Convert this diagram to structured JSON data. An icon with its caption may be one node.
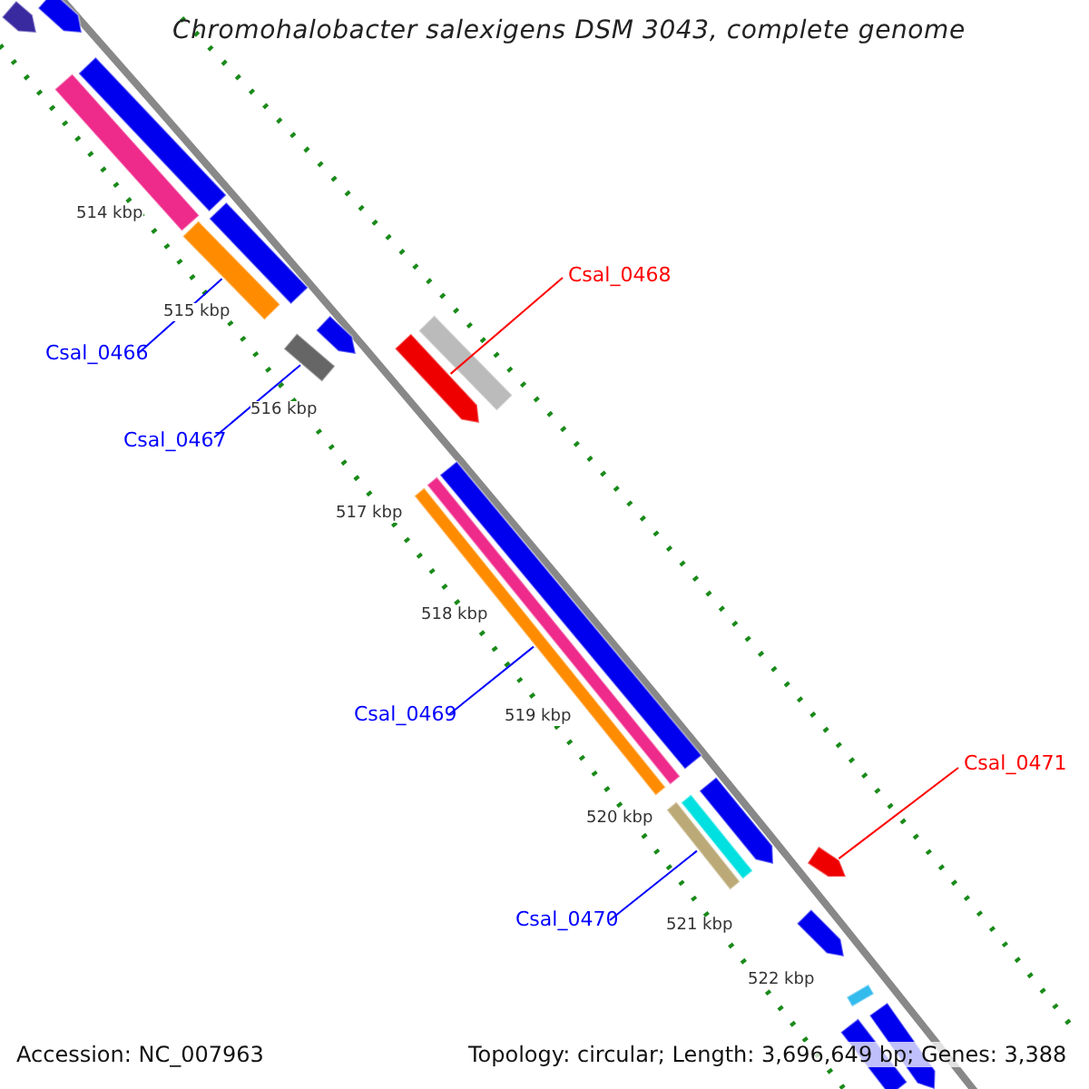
{
  "diagram": {
    "title": "Chromohalobacter salexigens DSM 3043, complete genome",
    "nodes": [
      {
        "text": [
          "Csal_0468"
        ]
      },
      {
        "text": [],
        "shape": "bar"
      },
      {
        "text": [
          "Csal_0466"
        ]
      },
      {
        "text": [],
        "shape": "bar"
      },
      {
        "text": [
          "Csal_0467"
        ]
      },
      {
        "text": [],
        "shape": "bar"
      },
      {
        "text": [
          "Csal_0469"
        ]
      },
      {
        "text": [],
        "shape": "bar"
      },
      {
        "text": [
          "Csal_0471"
        ]
      },
      {
        "text": [],
        "shape": "bar"
      },
      {
        "text": [
          "Csal_0470"
        ]
      },
      {
        "text": [],
        "shape": "bar"
      }
    ],
    "edges": [
      {
        "from": 0,
        "to": 1,
        "arrow": "none",
        "color": "#ff0000"
      },
      {
        "from": 2,
        "to": 3,
        "arrow": "none"
      },
      {
        "from": 4,
        "to": 5,
        "arrow": "none"
      },
      {
        "from": 6,
        "to": 7,
        "arrow": "none"
      },
      {
        "from": 8,
        "to": 9,
        "arrow": "none",
        "color": "#ff0000"
      },
      {
        "from": 10,
        "to": 11,
        "arrow": "none"
      }
    ],
    "labels": [
      "514 kbp",
      "515 kbp",
      "516 kbp",
      "517 kbp",
      "518 kbp",
      "519 kbp",
      "520 kbp",
      "521 kbp",
      "522 kbp",
      "Accession: NC_007963",
      "Topology: circular; Length: 3,696,649 bp; Genes: 3,388"
    ]
  }
}
